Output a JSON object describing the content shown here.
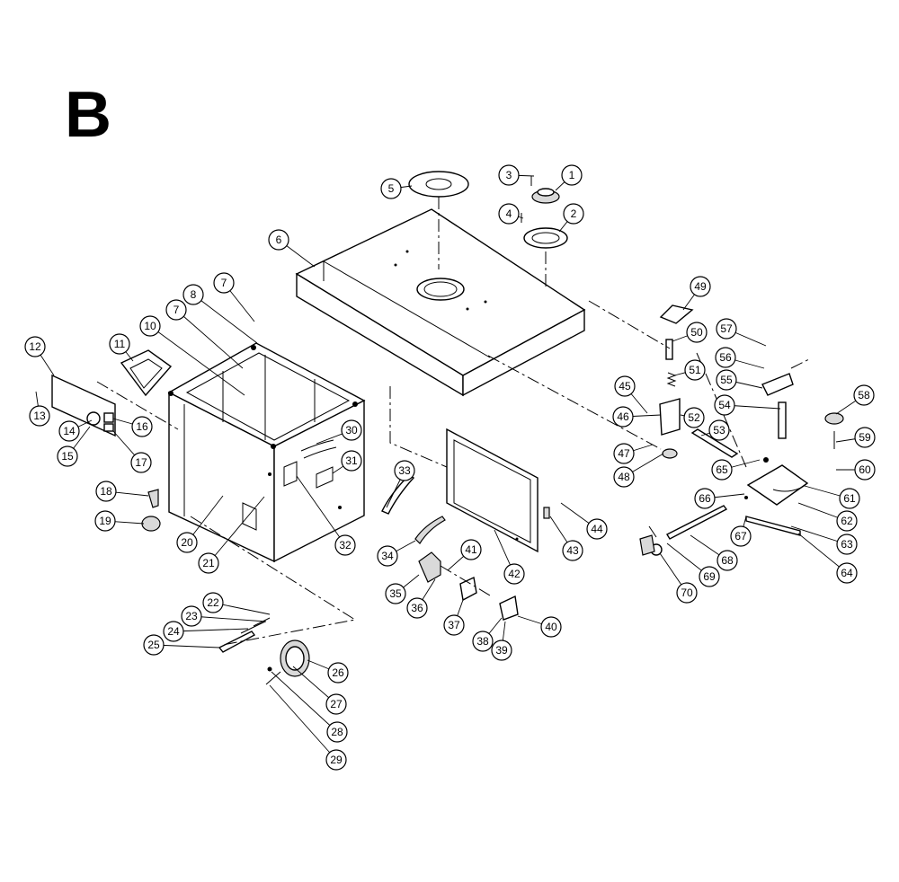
{
  "section_label": "B",
  "callouts": [
    {
      "n": "1"
    },
    {
      "n": "2"
    },
    {
      "n": "3"
    },
    {
      "n": "4"
    },
    {
      "n": "5"
    },
    {
      "n": "6"
    },
    {
      "n": "7"
    },
    {
      "n": "7"
    },
    {
      "n": "8"
    },
    {
      "n": "10"
    },
    {
      "n": "11"
    },
    {
      "n": "12"
    },
    {
      "n": "13"
    },
    {
      "n": "14"
    },
    {
      "n": "15"
    },
    {
      "n": "16"
    },
    {
      "n": "17"
    },
    {
      "n": "18"
    },
    {
      "n": "19"
    },
    {
      "n": "20"
    },
    {
      "n": "21"
    },
    {
      "n": "22"
    },
    {
      "n": "23"
    },
    {
      "n": "24"
    },
    {
      "n": "25"
    },
    {
      "n": "26"
    },
    {
      "n": "27"
    },
    {
      "n": "28"
    },
    {
      "n": "29"
    },
    {
      "n": "30"
    },
    {
      "n": "31"
    },
    {
      "n": "32"
    },
    {
      "n": "33"
    },
    {
      "n": "34"
    },
    {
      "n": "35"
    },
    {
      "n": "36"
    },
    {
      "n": "37"
    },
    {
      "n": "38"
    },
    {
      "n": "39"
    },
    {
      "n": "40"
    },
    {
      "n": "41"
    },
    {
      "n": "42"
    },
    {
      "n": "43"
    },
    {
      "n": "44"
    },
    {
      "n": "45"
    },
    {
      "n": "46"
    },
    {
      "n": "47"
    },
    {
      "n": "48"
    },
    {
      "n": "49"
    },
    {
      "n": "50"
    },
    {
      "n": "51"
    },
    {
      "n": "52"
    },
    {
      "n": "53"
    },
    {
      "n": "54"
    },
    {
      "n": "55"
    },
    {
      "n": "56"
    },
    {
      "n": "57"
    },
    {
      "n": "58"
    },
    {
      "n": "59"
    },
    {
      "n": "60"
    },
    {
      "n": "61"
    },
    {
      "n": "62"
    },
    {
      "n": "63"
    },
    {
      "n": "64"
    },
    {
      "n": "65"
    },
    {
      "n": "66"
    },
    {
      "n": "67"
    },
    {
      "n": "68"
    },
    {
      "n": "69"
    },
    {
      "n": "70"
    }
  ]
}
